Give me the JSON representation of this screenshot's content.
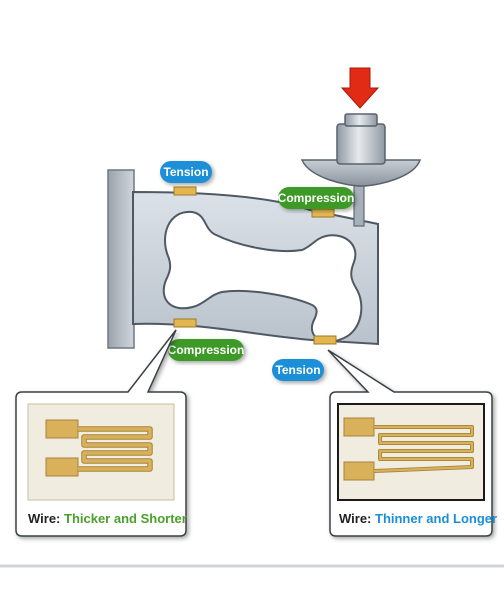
{
  "labels": {
    "tension_top": "Tension",
    "compression_top": "Compression",
    "compression_bottom": "Compression",
    "tension_bottom": "Tension"
  },
  "captions": {
    "left": {
      "prefix": "Wire: ",
      "value": "Thicker and Shorter"
    },
    "right": {
      "prefix": "Wire: ",
      "value": "Thinner and Longer"
    }
  },
  "colors": {
    "tension": "#1a8fd6",
    "compression": "#3d9a26",
    "force_arrow": "#e22b14",
    "gauge": "#d9b15a",
    "gauge_outline": "#a8843a",
    "beam": "#c9d1da",
    "wall": "#b8c0c8",
    "left_caption_value": "#4aa02c",
    "right_caption_value": "#1a8fd6"
  },
  "icons": {
    "force": "down-arrow-icon"
  }
}
